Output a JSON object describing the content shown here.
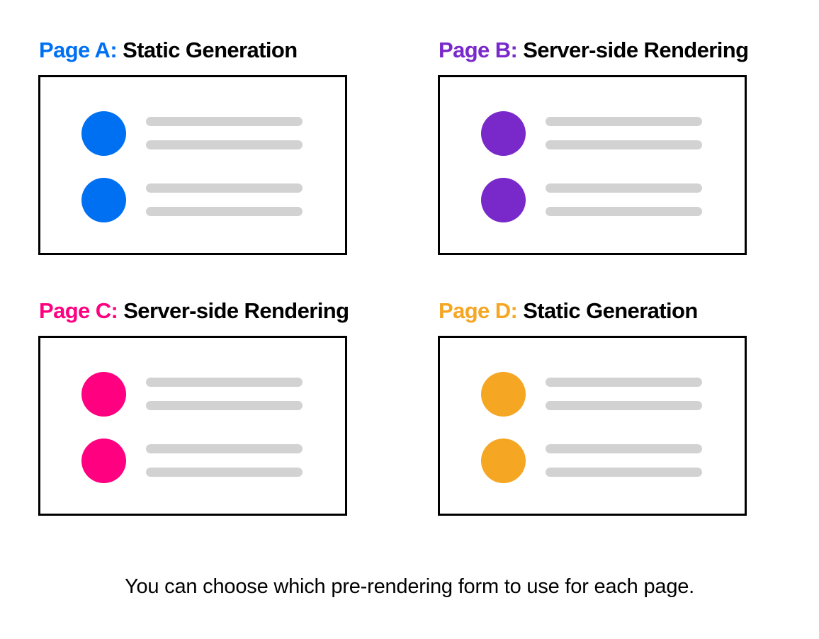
{
  "diagram": {
    "caption": "You can choose which pre-rendering form to use for each page.",
    "colors": {
      "blue": "#0070f3",
      "purple": "#7928ca",
      "pink": "#ff0080",
      "orange": "#f5a623",
      "line_gray": "#d2d2d2",
      "card_border": "#000000",
      "text": "#000000",
      "background": "#ffffff"
    },
    "pages": [
      {
        "label": "Page A:",
        "mode": "Static Generation",
        "accent": "#0070f3",
        "accent_name": "blue",
        "rows": 2,
        "lines_per_row": 2
      },
      {
        "label": "Page B:",
        "mode": "Server-side Rendering",
        "accent": "#7928ca",
        "accent_name": "purple",
        "rows": 2,
        "lines_per_row": 2
      },
      {
        "label": "Page C:",
        "mode": "Server-side Rendering",
        "accent": "#ff0080",
        "accent_name": "pink",
        "rows": 2,
        "lines_per_row": 2
      },
      {
        "label": "Page D:",
        "mode": "Static Generation",
        "accent": "#f5a623",
        "accent_name": "orange",
        "rows": 2,
        "lines_per_row": 2
      }
    ]
  }
}
